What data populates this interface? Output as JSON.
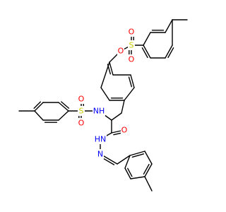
{
  "molecule": {
    "atom_colors": {
      "O": "#ff0000",
      "S": "#cccc00",
      "N": "#0000ff"
    },
    "labels": {
      "o_ester": "O",
      "s_top": "S",
      "o_s_top_1": "O",
      "o_s_top_2": "O",
      "s_left": "S",
      "o_s_left_1": "O",
      "o_s_left_2": "O",
      "nh": "NH",
      "o_carbonyl": "O",
      "hn_hydrazide": "HN",
      "n_imine": "N"
    }
  }
}
